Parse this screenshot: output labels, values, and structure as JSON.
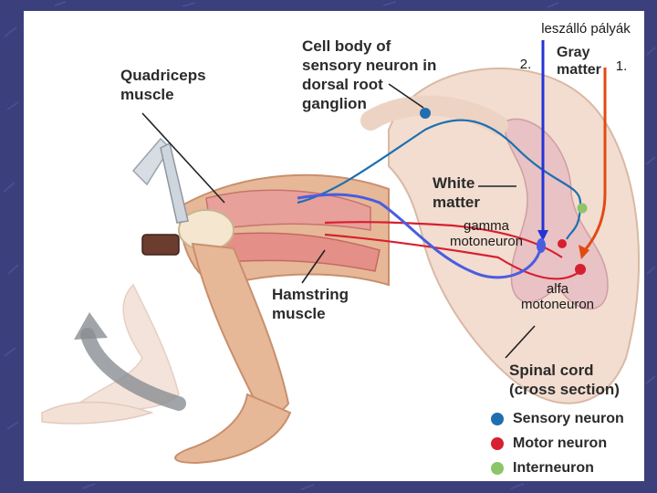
{
  "labels": {
    "descending_tracts": "leszálló pályák",
    "tract_2": "2.",
    "tract_1": "1.",
    "gray_matter": "Gray\nmatter",
    "cell_body": "Cell body of\nsensory neuron in\ndorsal root\nganglion",
    "quadriceps": "Quadriceps\nmuscle",
    "white_matter": "White\nmatter",
    "gamma": "gamma\nmotoneuron",
    "alfa": "alfa\nmotoneuron",
    "hamstring": "Hamstring\nmuscle",
    "spinal_cord": "Spinal cord\n(cross section)"
  },
  "legend": [
    {
      "label": "Sensory neuron",
      "color": "#1f6fb0"
    },
    {
      "label": "Motor neuron",
      "color": "#d62030"
    },
    {
      "label": "Interneuron",
      "color": "#8cc46a"
    }
  ],
  "colors": {
    "sensory": "#1f6fb0",
    "motor": "#d62030",
    "interneuron": "#8cc46a",
    "gamma_path": "#4a5de0",
    "tract_blue": "#2433d6",
    "tract_orange": "#e24a12",
    "background": "#3a3f7a"
  }
}
